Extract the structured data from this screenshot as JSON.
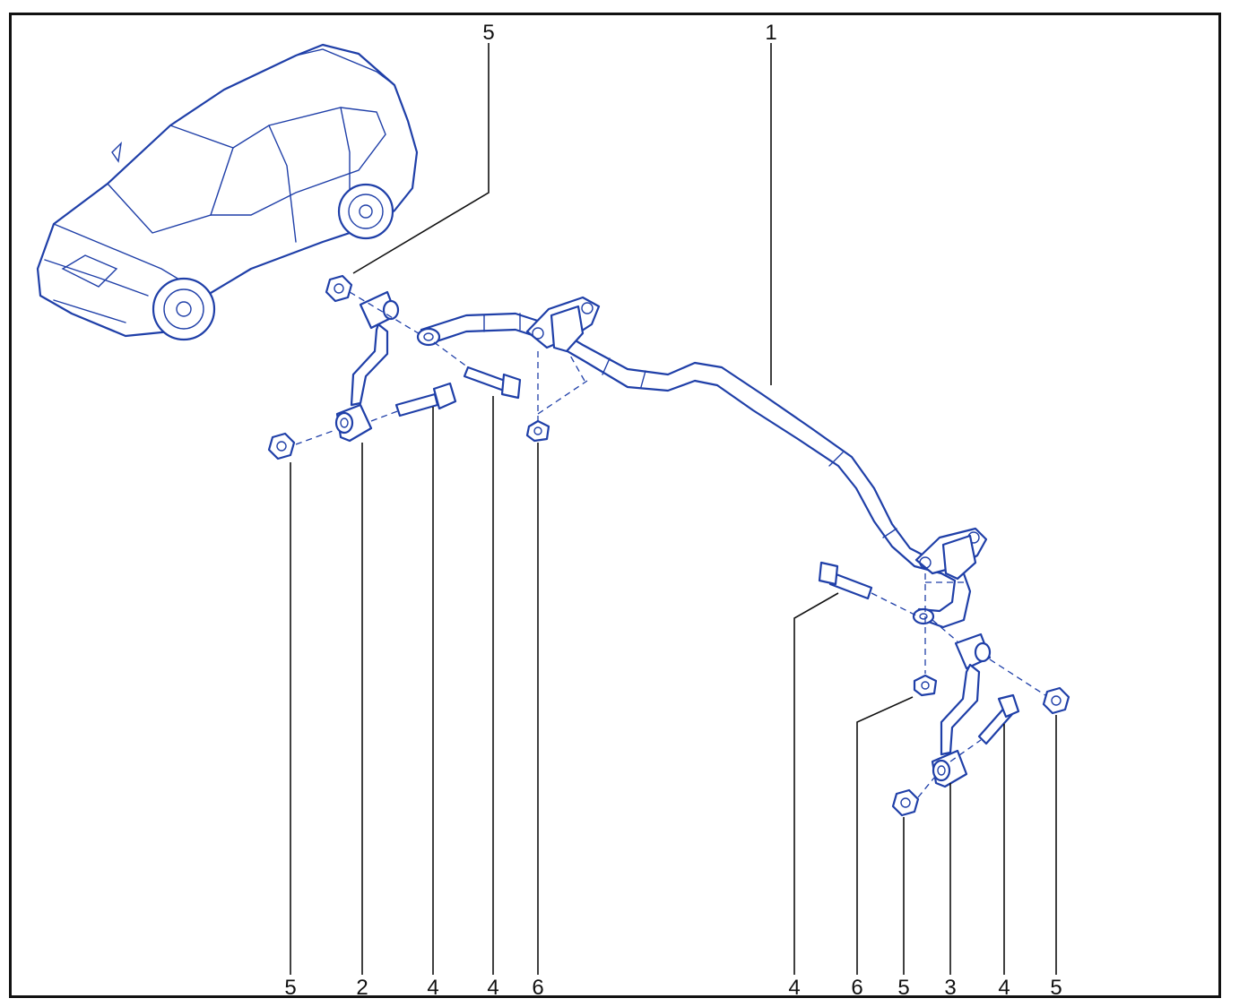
{
  "callouts": {
    "top_5": "5",
    "top_1": "1",
    "b_5a": "5",
    "b_2": "2",
    "b_4a": "4",
    "b_4b": "4",
    "b_6a": "6",
    "b_4c": "4",
    "b_6b": "6",
    "b_5b": "5",
    "b_3": "3",
    "b_4d": "4",
    "b_5c": "5"
  },
  "colors": {
    "line_art": "#1f3fa8",
    "frame": "#111111",
    "background": "#ffffff"
  },
  "icons": [
    "vehicle-suv-icon"
  ]
}
